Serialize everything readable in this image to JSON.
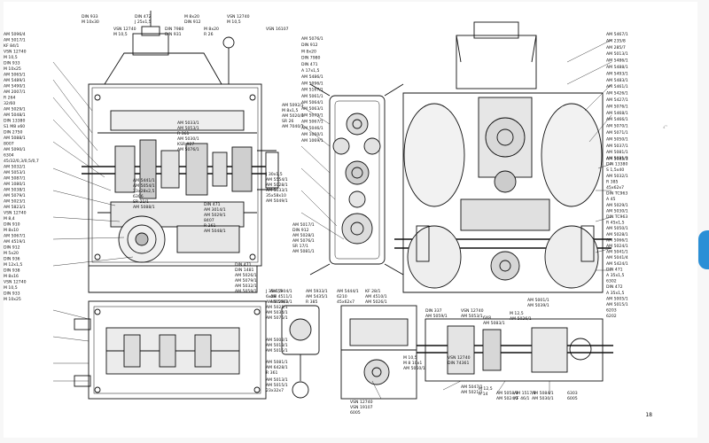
{
  "page_number": "18",
  "side_mark": "₄ⁿ",
  "labels": {
    "left_top": [
      "DIN 933",
      "M 10x30",
      "VSN 12740",
      "M 10,5",
      "DIN 472",
      "J 25x1,5",
      "DIN 7980",
      "DIN 931",
      "M 8x20",
      "DIN 912",
      "M 8x20",
      "R 26",
      "VSN 12740",
      "M 10,5",
      "VSN 16107"
    ],
    "left_side": [
      "AM 5096/4",
      "AM 5017/1",
      "KF 84/1",
      "VSN 12740",
      "M 10,5",
      "DIN 933",
      "M 10x25",
      "AM 5065/1",
      "AM 5489/1",
      "AM 5490/1",
      "AM 2007/1",
      "R 264",
      "32/60",
      "AM 5029/1",
      "AM 5048/1",
      "DIN 13380",
      "S1 M8 x60",
      "DIN 2750",
      "AM 5088/1",
      "8007",
      "AM 5090/1",
      "6304",
      "45/32/0,3/0,5/0,7",
      "AM 5032/1",
      "AM 5053/1",
      "AM 5087/1",
      "AM 1080/1",
      "AM 5038/1",
      "AM 5079/1",
      "AM 5023/1",
      "AM 5823/1",
      "VSN 12740",
      "M 8,4",
      "DIN 910",
      "M 8x10",
      "AM 5067/1",
      "AM 4519/1",
      "DIN 912",
      "M 5x20",
      "DIN 936",
      "M 12x1,5",
      "DIN 938",
      "M 8x16",
      "VSN 12740",
      "M 10,5",
      "DIN 933",
      "M 10x25"
    ],
    "center": [
      "AM 5033/1",
      "AM 5441/1",
      "DIN 471",
      "J 30x1,5",
      "DIN 471",
      "J 35x1,5",
      "AM 5017/1",
      "AM 5092/1",
      "AM 5053/1",
      "AM 5054/1",
      "AM 3014/1",
      "AM 5554/1",
      "DIN 1481",
      "6x28",
      "DIN 912",
      "M 8x1,5",
      "R 361",
      "23x28x2,5",
      "AM 5029/1",
      "AM 5028/1",
      "AM 5026/1",
      "AM 5029/1",
      "AM 5028/1",
      "AM 5020/1",
      "AM 5030/1",
      "6306",
      "8407",
      "AM 5033/1",
      "AM 5079/1",
      "AM 5025/1",
      "AM 5076/1",
      "SR 26",
      "KSR 927",
      "SR 21/1",
      "R 261",
      "35x58x10",
      "AM 5032/1",
      "AM 5034/1",
      "SR 17/1",
      "AM 7040/1",
      "AM 5076/1",
      "AM 5088/1",
      "AM 5048/1",
      "AM 5049/1",
      "AM 5059/1",
      "AM 5076/1",
      "AM 5081/1"
    ],
    "mid_column": [
      "AM 5076/1",
      "DIN 912",
      "M 8x20",
      "DIN 7980",
      "DIN 471",
      "A 17x1,5",
      "AM 5486/1",
      "AM 5096/1",
      "AM 5167/1",
      "AM 5061/1",
      "AM 5064/1",
      "AM 5063/1",
      "AM 5079/1",
      "AM 5067/1",
      "AM 5046/1",
      "AM 1060/1",
      "AM 1069/1"
    ],
    "right_top": [
      "AM 5467/1",
      "AM 235/8",
      "AM 285/7",
      "AM 5013/1",
      "AM 5486/1",
      "AM 5488/1",
      "AM 5493/1",
      "AM 5483/1",
      "AM 5461/1",
      "AM 5426/1",
      "AM 5427/1",
      "AM 5076/1",
      "AM 5468/1",
      "AM 5466/1",
      "AM 5070/1",
      "AM 5071/1",
      "AM 5050/1",
      "AM 5037/1",
      "AM 5081/1",
      "AM 5085/1"
    ],
    "right_side": [
      "AM 5031/3",
      "DIN 13380",
      "S 1,5x40",
      "AM 5032/1",
      "R 385",
      "45x62x7",
      "DIN TC963",
      "A 45",
      "AM 5029/1",
      "AM 5030/1",
      "DIN TC963",
      "R 45x1,5",
      "AM 5050/1",
      "AM 5028/1",
      "AM 5066/1",
      "AM 5024/1",
      "AM 5041/1",
      "AM 5041/4",
      "AM 5424/1",
      "DIN 471",
      "A 35x1,5",
      "6302",
      "DIN 472",
      "A 35x1,5",
      "AM 5005/1",
      "AM 5015/1",
      "6203",
      "6202"
    ],
    "right_bottom": [
      "DIN 337",
      "VSN 12740",
      "6X8",
      "M 12,5",
      "AM 5001/1",
      "AM 5047/1",
      "AM 5058/1",
      "AM 5084/1",
      "6303",
      "AM 5059/1",
      "AM 5053/1",
      "AM 5083/1",
      "AM 5026/1",
      "AM 5039/1",
      "AM 5021/1",
      "AM 5024/1",
      "AM 5030/1",
      "6005"
    ],
    "bottom_center": [
      "AM 5904/1",
      "AM 5933/1",
      "AM 5444/1",
      "KF 28/1",
      "AM 5002/1",
      "AM 5081/1",
      "AM 5013/1",
      "VSN 12740",
      "M 10,5",
      "VSN 12740",
      "M 12,5",
      "AM 1517/1",
      "AM 4511/1",
      "AM 5435/1",
      "6210",
      "AM 4510/1",
      "AM 5013/1",
      "AM 6428/1",
      "AM 5015/1",
      "VSN 19107",
      "M 8 10x1",
      "DIN 74361",
      "A 14",
      "KF 46/1",
      "AM 5063/1",
      "R 385",
      "45x62x7",
      "AM 5026/1",
      "AM 5015/1",
      "R 361",
      "23x32x7",
      "6005",
      "AM 5050/1"
    ]
  },
  "colors": {
    "ink": "#111111",
    "paper": "#ffffff",
    "accent": "#2a8fd6"
  }
}
